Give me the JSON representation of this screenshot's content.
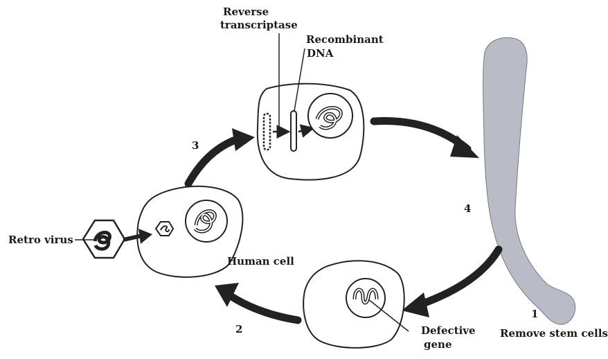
{
  "labels": {
    "reverse_transcriptase_line1": "Reverse",
    "reverse_transcriptase_line2": "transcriptase",
    "recombinant_line1": "Recombinant",
    "recombinant_line2": "DNA",
    "retro_virus": "Retro virus",
    "human_cell": "Human cell",
    "defective_line1": "Defective",
    "defective_line2": "gene",
    "remove_stem_cells": "Remove stem cells"
  },
  "steps": {
    "one": "1",
    "two": "2",
    "three": "3",
    "four": "4"
  },
  "colors": {
    "ink": "#1a1a1a",
    "arm_fill": "#b9bcc7",
    "arrow": "#222222"
  }
}
